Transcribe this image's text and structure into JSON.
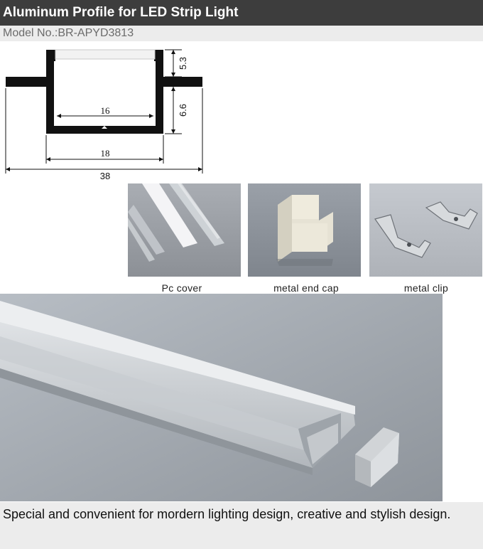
{
  "header": {
    "title": "Aluminum Profile for LED Strip Light",
    "model": "Model No.:BR-APYD3813"
  },
  "diagram": {
    "dimensions": {
      "cover_height": "5.3",
      "channel_depth": "6.6",
      "inner_width": "16",
      "outer_width": "18",
      "total_width": "38"
    }
  },
  "accessories": [
    {
      "label": "Pc cover",
      "icon": "pc-cover-image"
    },
    {
      "label": "metal end cap",
      "icon": "end-cap-image"
    },
    {
      "label": "metal clip",
      "icon": "clip-image"
    }
  ],
  "description": "Special and convenient for mordern lighting design, creative and stylish design.",
  "colors": {
    "title_bar": "#3d3d3d",
    "model_bar": "#ececec",
    "profile": "#111111"
  }
}
